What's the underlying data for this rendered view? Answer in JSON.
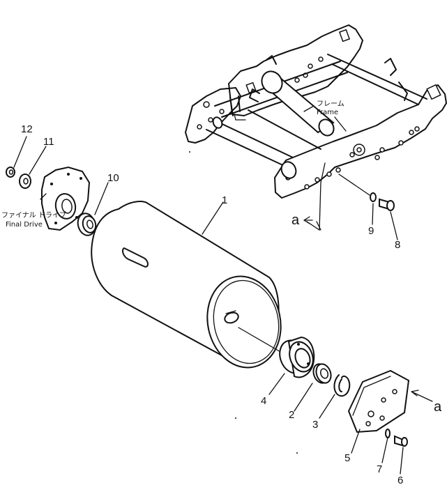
{
  "labels": {
    "frame_jp": "フレーム",
    "frame_en": "Frame",
    "final_drive_jp": "ファイナル ドライブ",
    "final_drive_en": "Final Drive",
    "ref_a_top": "a",
    "ref_a_right": "a"
  },
  "part_numbers": {
    "p1": "1",
    "p2": "2",
    "p3": "3",
    "p4": "4",
    "p5": "5",
    "p6": "6",
    "p7": "7",
    "p8": "8",
    "p9": "9",
    "p10": "10",
    "p11": "11",
    "p12": "12"
  }
}
